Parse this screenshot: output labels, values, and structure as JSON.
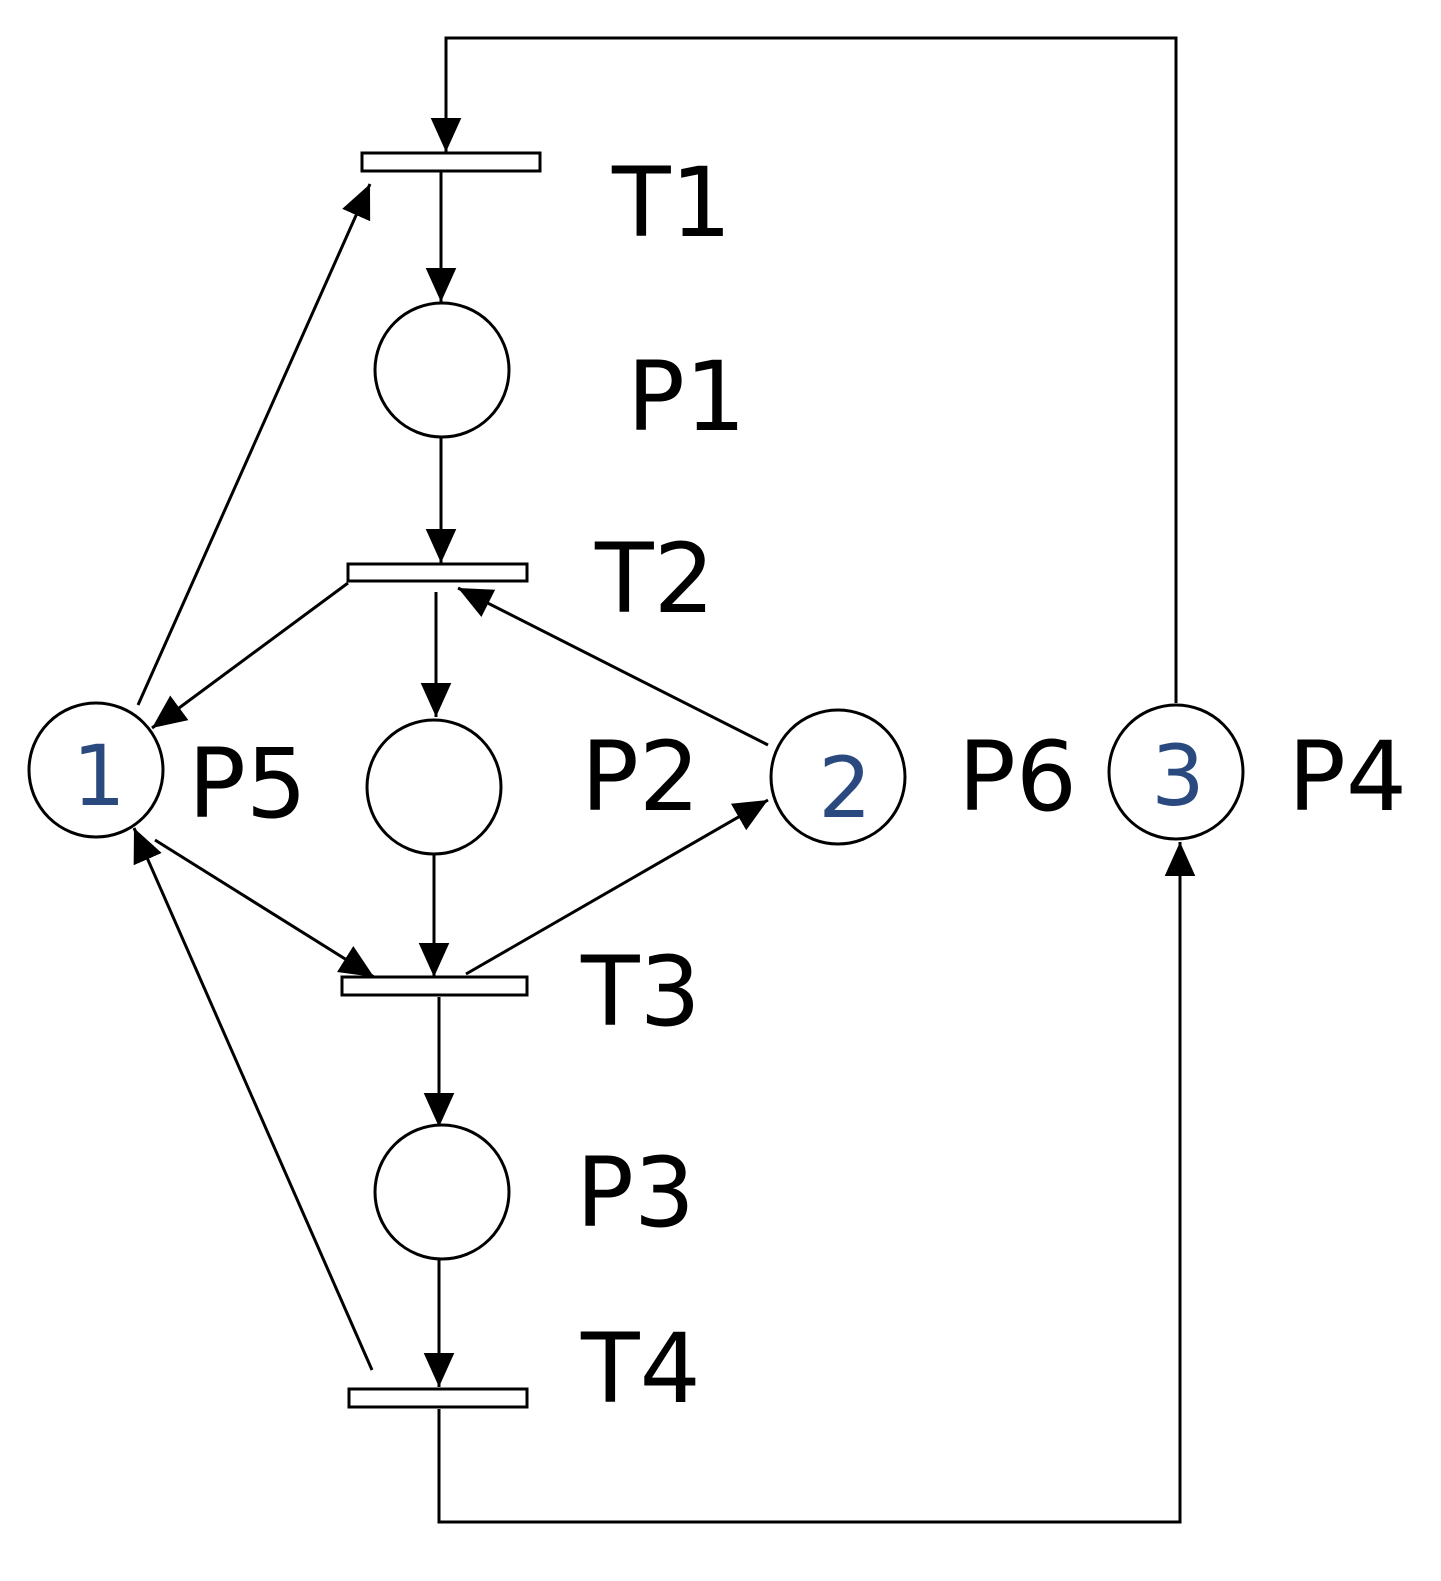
{
  "labels": {
    "t1": "T1",
    "t2": "T2",
    "t3": "T3",
    "t4": "T4",
    "p1": "P1",
    "p2": "P2",
    "p3": "P3",
    "p4": "P4",
    "p5": "P5",
    "p6": "P6"
  },
  "tokens": {
    "p5": "1",
    "p6": "2",
    "p4": "3"
  },
  "colors": {
    "line": "#000000",
    "token": "#2a4a7f"
  }
}
